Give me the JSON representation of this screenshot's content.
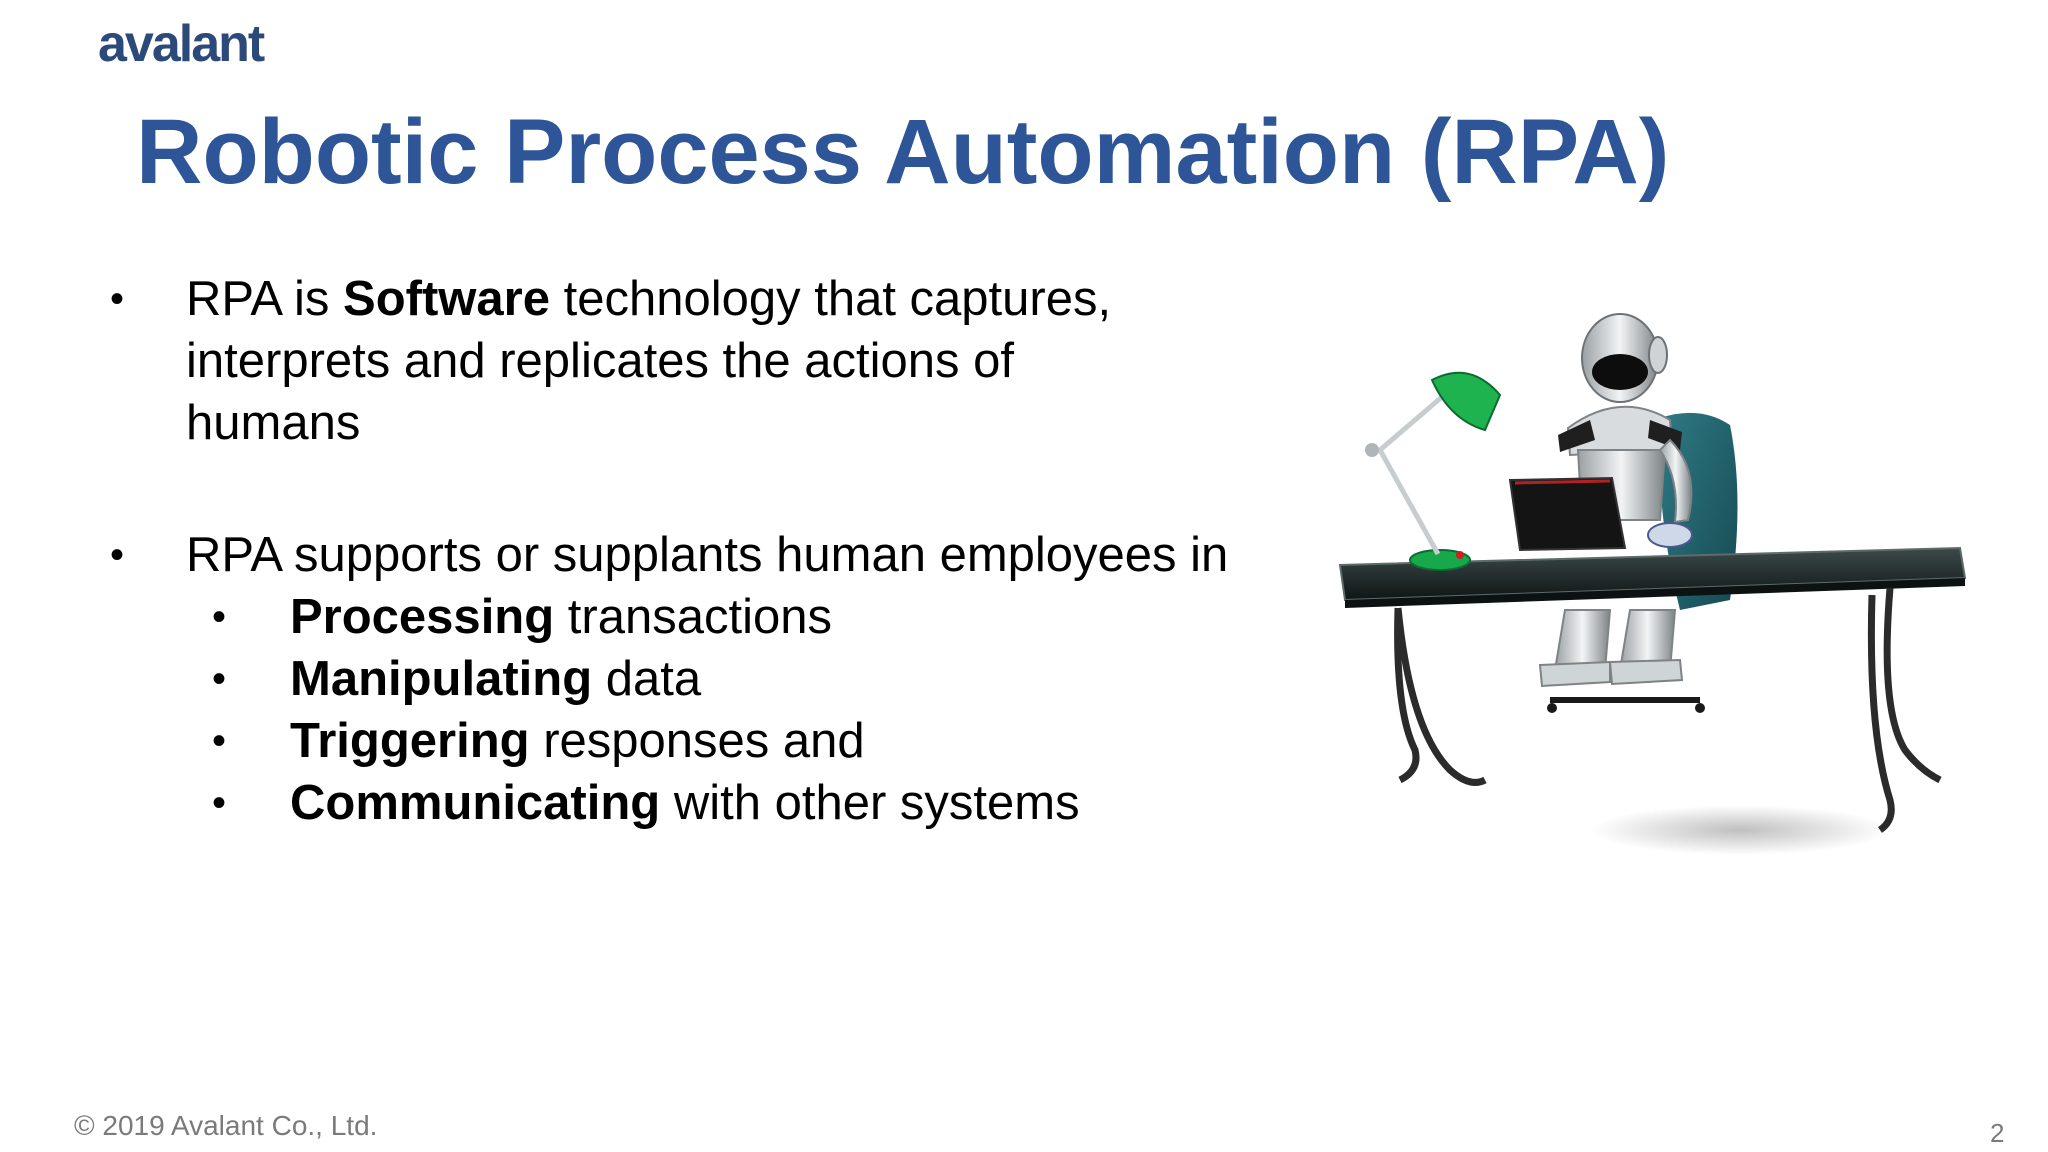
{
  "logo": "avalant",
  "title": "Robotic Process Automation (RPA)",
  "bullets": [
    {
      "prefix": "RPA is ",
      "bold": "Software",
      "suffix": " technology that captures,",
      "line2": "interprets and replicates the actions of",
      "line3": "humans"
    },
    {
      "text": "RPA supports or supplants human employees in"
    }
  ],
  "sub_bullets": [
    {
      "bold": "Processing",
      "rest": " transactions"
    },
    {
      "bold": "Manipulating",
      "rest": " data"
    },
    {
      "bold": "Triggering",
      "rest": " responses and"
    },
    {
      "bold": "Communicating",
      "rest": " with other systems"
    }
  ],
  "bullet_glyph": "•",
  "footer": "© 2019 Avalant Co., Ltd.",
  "page_number": "2",
  "colors": {
    "title": "#2e5597",
    "logo": "#2b4a7a",
    "footer": "#7a7a7a"
  },
  "image": "robot-at-desk-illustration"
}
